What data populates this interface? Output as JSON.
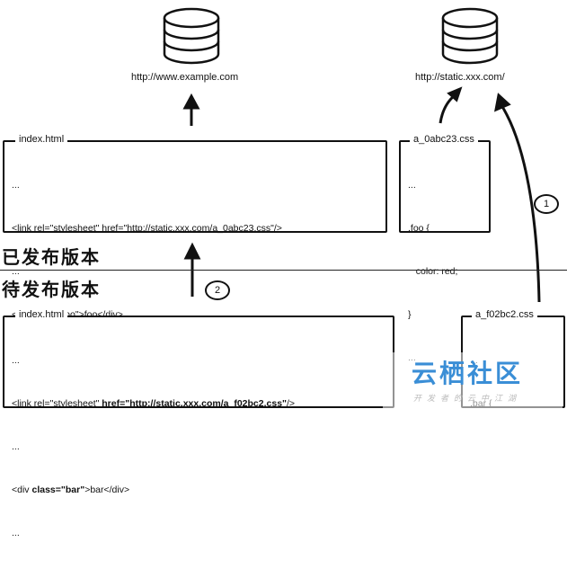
{
  "servers": {
    "left_url": "http://www.example.com",
    "right_url": "http://static.xxx.com/"
  },
  "published": {
    "section_label": "已发布版本",
    "html_box": {
      "title": "index.html",
      "line1": "...",
      "line2": "<link rel=\"stylesheet\" href=\"http://static.xxx.com/a_0abc23.css\"/>",
      "line3": "...",
      "line4": "<div class=\"foo\">foo</div>",
      "line5": "..."
    },
    "css_box": {
      "title": "a_0abc23.css",
      "line1": "...",
      "line2": ".foo {",
      "line3": "   color: red;",
      "line4": "}",
      "line5": "..."
    }
  },
  "pending": {
    "section_label": "待发布版本",
    "html_box": {
      "title": "index.html",
      "line1": "...",
      "line2_pre": "<link rel=\"stylesheet\" ",
      "line2_attr": "href=\"http://static.xxx.com/a_f02bc2.css\"",
      "line2_post": "/>",
      "line3": "...",
      "line4_pre": "<div ",
      "line4_attr": "class=\"bar\"",
      "line4_post": ">bar</div>",
      "line5": "..."
    },
    "css_box": {
      "title": "a_f02bc2.css",
      "line1": "...",
      "line2": ".bar {"
    }
  },
  "steps": {
    "step1": "1",
    "step2": "2"
  },
  "watermark": {
    "main": "云栖社区",
    "sub": "开发者的云中江湖"
  }
}
